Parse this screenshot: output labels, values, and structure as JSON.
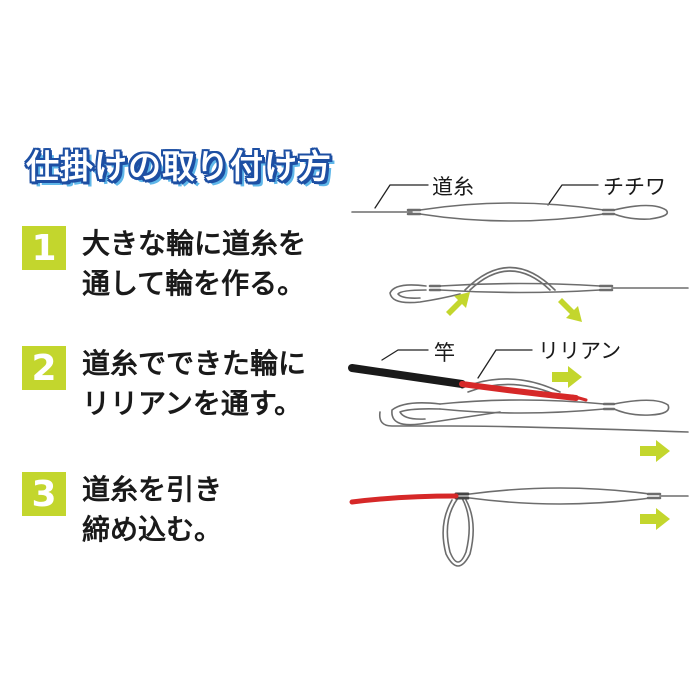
{
  "title": "仕掛けの取り付け方",
  "steps": [
    {
      "number": "1",
      "text": "大きな輪に道糸を\n通して輪を作る。"
    },
    {
      "number": "2",
      "text": "道糸でできた輪に\nリリアンを通す。"
    },
    {
      "number": "3",
      "text": "道糸を引き\n締め込む。"
    }
  ],
  "labels": {
    "michiito": "道糸",
    "chichiwa": "チチワ",
    "sao": "竿",
    "ririan": "リリアン"
  },
  "colors": {
    "accent_green": "#c3d62d",
    "line_red": "#d62828",
    "title_blue": "#1d4fa3"
  }
}
